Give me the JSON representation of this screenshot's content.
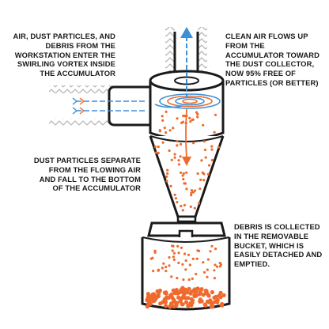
{
  "captions": {
    "intake": {
      "lines": [
        "AIR, DUST PARTICLES, AND",
        "DEBRIS FROM THE",
        "WORKSTATION ENTER THE",
        "SWIRLING VORTEX INSIDE",
        "THE ACCUMULATOR"
      ]
    },
    "clean_air": {
      "lines": [
        "CLEAN AIR FLOWS UP",
        "FROM THE",
        "ACCUMULATOR TOWARD",
        "THE DUST COLLECTOR,",
        "NOW 95% FREE OF",
        "PARTICLES (OR BETTER)"
      ]
    },
    "separation": {
      "lines": [
        "DUST PARTICLES SEPARATE",
        "FROM THE FLOWING AIR",
        "AND FALL TO THE BOTTOM",
        "OF THE ACCUMULATOR"
      ]
    },
    "collection": {
      "lines": [
        "DEBRIS IS COLLECTED",
        "IN THE REMOVABLE",
        "BUCKET, WHICH IS",
        "EASILY DETACHED AND",
        "EMPTIED."
      ]
    }
  },
  "colors": {
    "outline": "#1a1a1a",
    "clean_air_arrow": "#3d8fd6",
    "dust": "#ef6a2c",
    "vortex_blue": "#3d8fd6",
    "vortex_orange": "#ef6a2c",
    "hatch": "#b8b8b8"
  },
  "icons": {
    "outlet_arrow": "up-arrow-icon",
    "inlet_arrow": "right-arrow-icon",
    "fall_arrow": "down-arrow-icon"
  }
}
